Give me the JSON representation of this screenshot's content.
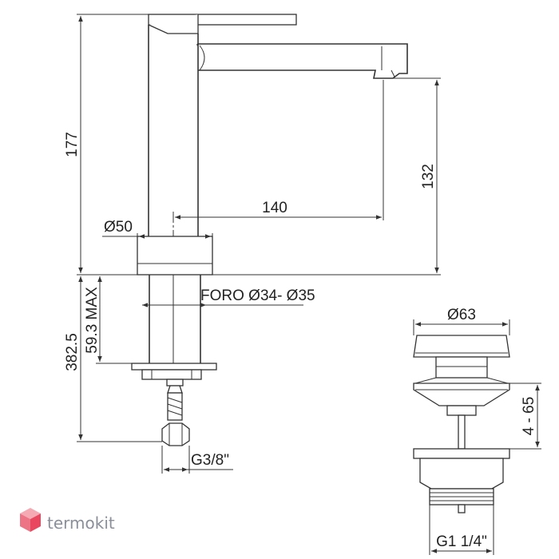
{
  "drawing": {
    "dim_height_total": "177",
    "dim_spout_height": "132",
    "dim_spout_reach": "140",
    "dim_base_diameter": "Ø50",
    "dim_hole_diameter": "FORO Ø34- Ø35",
    "dim_underdeck_length": "382.5",
    "dim_max_thickness": "59.3 MAX",
    "dim_supply_thread": "G3/8\"",
    "dim_waste_diameter": "Ø63",
    "dim_waste_height": "4 - 65",
    "dim_waste_thread": "G1 1/4\""
  },
  "brand": {
    "name": "termokit",
    "logo_icon": "cube-logo-icon",
    "colors": {
      "logo_light": "#f4a9b3",
      "logo_dark": "#e8475f",
      "text": "#8a8f99"
    }
  }
}
